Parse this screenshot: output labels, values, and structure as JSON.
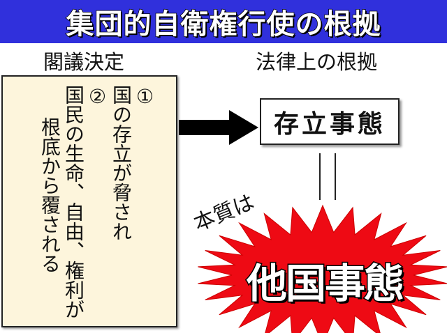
{
  "title": "集団的自衛権行使の根拠",
  "left_label": "閣議決定",
  "right_label": "法律上の根拠",
  "cabinet_decision": {
    "item1_number": "①",
    "item1_text": "国の存立が脅され",
    "item2_number": "②",
    "item2_line1": "国民の生命、自由、権利が",
    "item2_line2": "根底から覆される"
  },
  "legal_basis": "存立事態",
  "essence_label": "本質は",
  "essence_value": "他国事態",
  "colors": {
    "title_bg": "#3030dc",
    "box_bg": "#fdf5dc",
    "burst": "#ee0a14"
  }
}
